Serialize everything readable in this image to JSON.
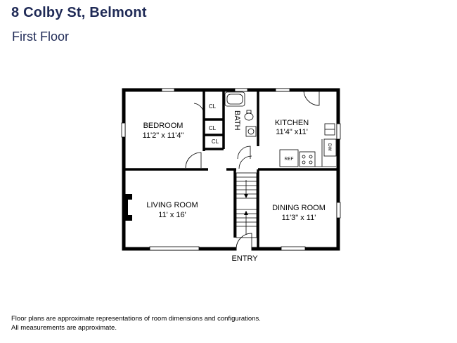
{
  "header": {
    "title": "8 Colby St, Belmont",
    "subtitle": "First Floor"
  },
  "rooms": {
    "bedroom": {
      "name": "BEDROOM",
      "dims": "11'2\" x 11'4\""
    },
    "kitchen": {
      "name": "KITCHEN",
      "dims": "11'4\" x11'"
    },
    "living": {
      "name": "LIVING ROOM",
      "dims": "11' x 16'"
    },
    "dining": {
      "name": "DINING ROOM",
      "dims": "11'3\" x 11'"
    }
  },
  "labels": {
    "bath": "BATH",
    "closet1": "CL",
    "closet2": "CL",
    "closet3": "CL",
    "ref": "REF",
    "dw": "DW",
    "entry": "ENTRY"
  },
  "footer": {
    "line1": "Floor plans are approximate representations of room dimensions and configurations.",
    "line2": "All measurements are approximate."
  }
}
